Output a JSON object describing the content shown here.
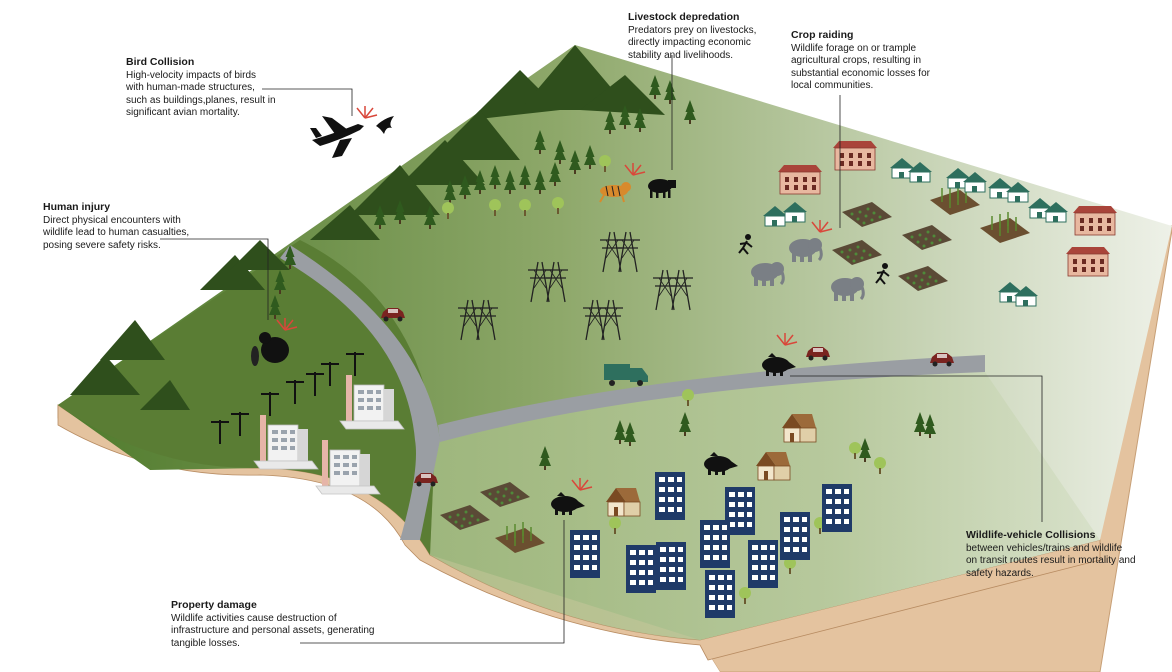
{
  "callouts": {
    "bird": {
      "title": "Bird Collision",
      "text": "High-velocity impacts of birds with human-made structures, such as buildings,planes, result in significant avian mortality."
    },
    "human": {
      "title": "Human injury",
      "text": "Direct physical encounters with wildlife lead to human casualties, posing severe safety risks."
    },
    "livestock": {
      "title": "Livestock depredation",
      "text": "Predators prey on livestocks, directly impacting economic stability and livelihoods."
    },
    "crop": {
      "title": "Crop raiding",
      "text": "Wildlife forage on or trample agricultural crops, resulting in substantial economic losses for local communities."
    },
    "wvc": {
      "title": "Wildlife-vehicle Collisions",
      "text": "between vehicles/trains and wildlife on transit routes result in mortality and safety hazards."
    },
    "property": {
      "title": "Property damage",
      "text": "Wildlife activities cause destruction of infrastructure and personal assets, generating tangible losses."
    }
  },
  "icons": {
    "airplane": "airplane-icon",
    "bird": "bird-icon",
    "bear": "bear-icon",
    "tiger": "tiger-icon",
    "cow": "cow-icon",
    "elephant": "elephant-icon",
    "boar": "boar-icon",
    "car": "car-icon",
    "truck": "truck-icon",
    "pylon": "pylon-icon",
    "house": "house-icon",
    "tree": "tree-icon",
    "building": "building-icon",
    "factory": "factory-icon",
    "running-person": "running-person-icon"
  },
  "colors": {
    "mountain": "#2f4f1c",
    "forest_green": "#5a7d34",
    "land_mid": "#8fa86a",
    "land_light": "#e6ece0",
    "soil": "#e3c29e",
    "road": "#9a9ea3",
    "building_blue": "#1f3a68",
    "house_teal": "#2e6f5e",
    "red_roof": "#b84a3d",
    "car_red": "#7a2420",
    "impact": "#d9473a"
  }
}
